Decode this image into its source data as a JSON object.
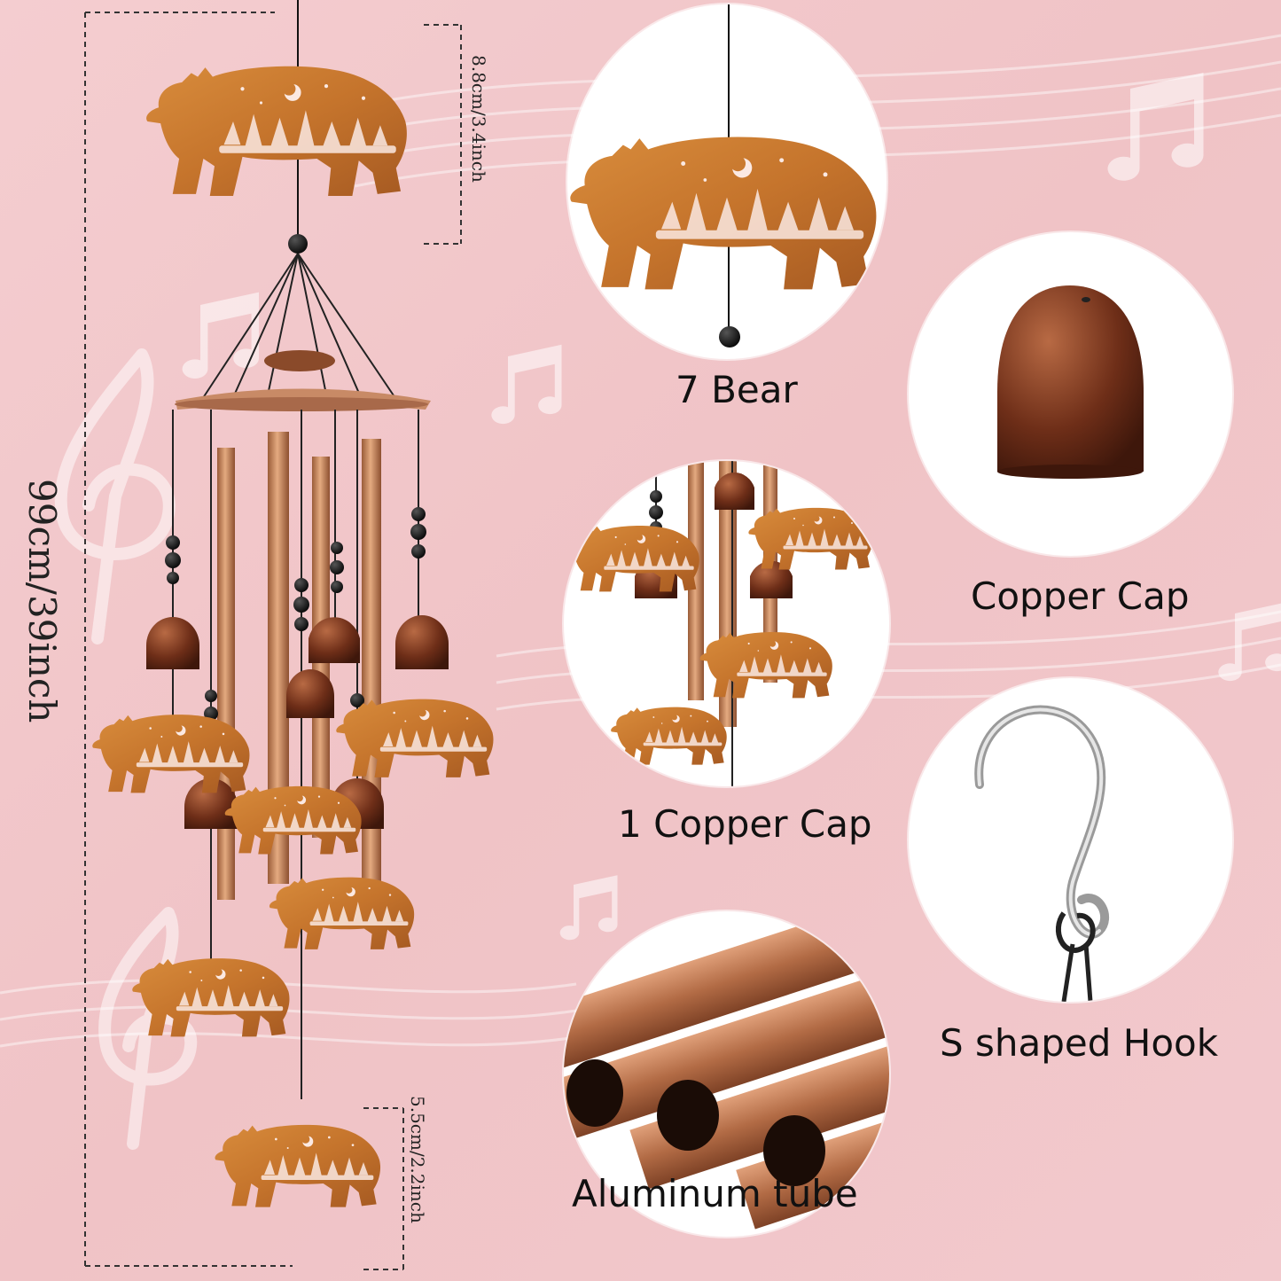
{
  "colors": {
    "background": "#f2c8cc",
    "copper": "#c9792f",
    "copper_dark": "#8a4422",
    "bead": "#141414",
    "bell": "#6e2e18",
    "tube": "#c98a5e"
  },
  "dimensions": {
    "total_height": "99cm/39inch",
    "top_bear": "8.8cm/3.4inch",
    "bottom_bear": "5.5cm/2.2inch"
  },
  "callouts": [
    {
      "label": "7 Bear",
      "icon": "bear-icon"
    },
    {
      "label": "Copper Cap",
      "icon": "copper-cap-icon"
    },
    {
      "label": "1 Copper Cap",
      "icon": "wind-chime-detail-icon"
    },
    {
      "label": "S shaped Hook",
      "icon": "s-hook-icon"
    },
    {
      "label": "Aluminum tube",
      "icon": "aluminum-tube-icon"
    }
  ]
}
